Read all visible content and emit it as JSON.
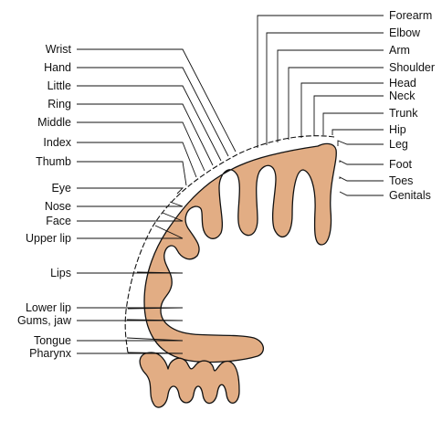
{
  "figure": {
    "left_labels": [
      "Wrist",
      "Hand",
      "Little",
      "Ring",
      "Middle",
      "Index",
      "Thumb",
      "Eye",
      "Nose",
      "Face",
      "Upper lip",
      "Lips",
      "Lower lip",
      "Gums, jaw",
      "Tongue",
      "Pharynx"
    ],
    "right_labels": [
      "Forearm",
      "Elbow",
      "Arm",
      "Shoulder",
      "Head",
      "Neck",
      "Trunk",
      "Hip",
      "Leg",
      "Foot",
      "Toes",
      "Genitals"
    ],
    "cortex_color": "#e2ad84",
    "line_color": "#111111"
  }
}
